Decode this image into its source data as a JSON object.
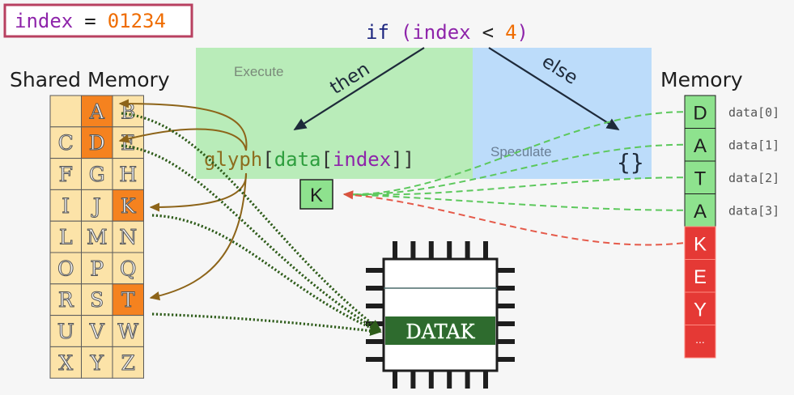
{
  "index_box": {
    "var": "index",
    "op": "=",
    "value": "01234"
  },
  "condition": {
    "kw": "if",
    "open": "(",
    "var": "index",
    "lt": "<",
    "num": "4",
    "close": ")"
  },
  "branches": {
    "then": "then",
    "else": "else"
  },
  "regions": {
    "execute": "Execute",
    "speculate": "Speculate"
  },
  "expression": {
    "glyph": "glyph",
    "b1": "[",
    "data": "data",
    "b2": "[",
    "index": "index",
    "b3": "]]"
  },
  "else_body": "{}",
  "result_cell": "K",
  "shared_memory": {
    "title": "Shared Memory",
    "rows": [
      [
        "",
        "A",
        "B"
      ],
      [
        "C",
        "D",
        "E"
      ],
      [
        "F",
        "G",
        "H"
      ],
      [
        "I",
        "J",
        "K"
      ],
      [
        "L",
        "M",
        "N"
      ],
      [
        "O",
        "P",
        "Q"
      ],
      [
        "R",
        "S",
        "T"
      ],
      [
        "U",
        "V",
        "W"
      ],
      [
        "X",
        "Y",
        "Z"
      ]
    ],
    "highlighted": [
      "A",
      "D",
      "K",
      "T"
    ]
  },
  "memory": {
    "title": "Memory",
    "cells": [
      "D",
      "A",
      "T",
      "A",
      "K",
      "E",
      "Y",
      "..."
    ],
    "index_labels": [
      "data[0]",
      "data[1]",
      "data[2]",
      "data[3]"
    ],
    "in_bounds_count": 4
  },
  "cpu": {
    "cache_text": "DATAK"
  },
  "colors": {
    "keyword": "#1a237e",
    "index_var": "#8e24aa",
    "number": "#ef6c00",
    "glyph": "#8d6e1f",
    "data_word": "#2e7d32",
    "execute_bg": "#b9ecb9",
    "speculate_bg": "#bcdcfa",
    "table_cell": "#fce3a8",
    "table_highlight": "#f5821f",
    "memory_green": "#8ee28e",
    "memory_red": "#e53935",
    "green_dash": "#5cc85c",
    "red_dash": "#e55a4a",
    "brown_arrow": "#8d6419",
    "dotted_green": "#2e5c1a",
    "box_border": "#b84060",
    "cpu_dark": "#1e1e1e",
    "cache_green": "#2e6b2e"
  }
}
